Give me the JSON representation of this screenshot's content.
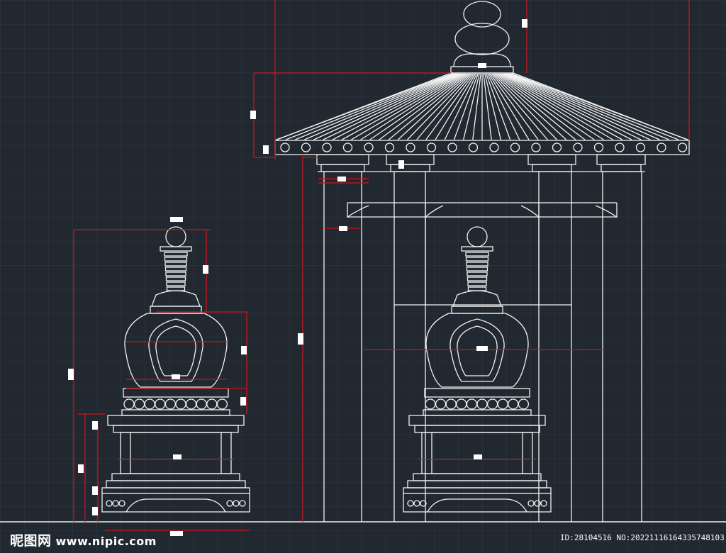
{
  "colors": {
    "background": "#212830",
    "grid": "#2d3946",
    "linework": "#f2f2f2",
    "dimension": "#c8141e",
    "dim_label": "#ffffff"
  },
  "watermark": {
    "site_name": "昵图网",
    "site_url": "www.nipic.com",
    "image_id": "ID:28104516 NO:20221116164335748103"
  }
}
